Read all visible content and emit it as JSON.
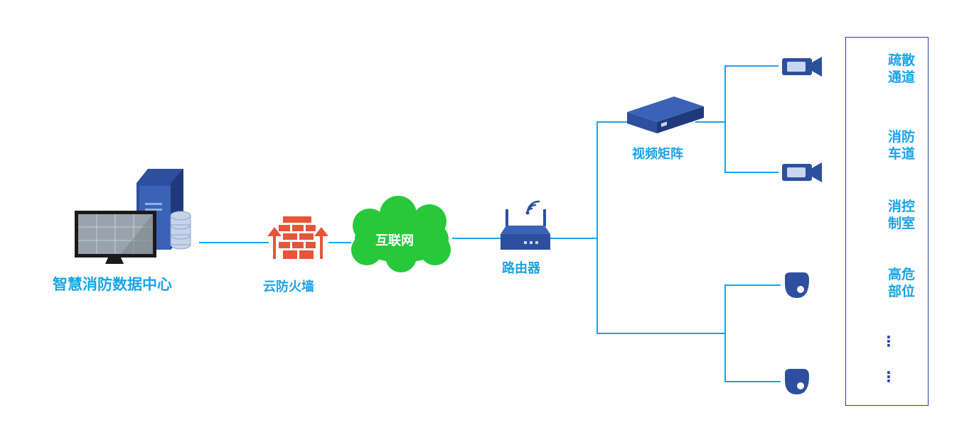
{
  "colors": {
    "line": "#1aa3e8",
    "label": "#1aa3e8",
    "device_blue": "#2d4f9e",
    "firewall": "#e8543a",
    "cloud": "#27c93a",
    "icon_orange": "#e8a11a",
    "panel_border": "#2a3aa0"
  },
  "nodes": {
    "data_center": {
      "label": "智慧消防数据中心",
      "icon": "server-monitor-icon"
    },
    "firewall": {
      "label": "云防火墙",
      "icon": "firewall-icon"
    },
    "internet": {
      "label": "互联网",
      "icon": "cloud-icon"
    },
    "router": {
      "label": "路由器",
      "icon": "router-icon"
    },
    "video_matrix": {
      "label": "视频矩阵",
      "icon": "video-matrix-icon"
    },
    "cameras": [
      {
        "icon": "bullet-camera-icon"
      },
      {
        "icon": "bullet-camera-icon"
      }
    ],
    "sensors": [
      {
        "icon": "dome-camera-icon"
      },
      {
        "icon": "dome-camera-icon"
      }
    ]
  },
  "side_panel": {
    "items": [
      {
        "line1": "疏散",
        "line2": "通道",
        "icon": "running-person-icon"
      },
      {
        "line1": "消防",
        "line2": "车道",
        "icon": "road-icon"
      },
      {
        "line1": "消控",
        "line2": "制室",
        "icon": "fire-monitor-icon"
      },
      {
        "line1": "高危",
        "line2": "部位",
        "icon": "high-voltage-icon"
      }
    ],
    "ellipsis": [
      "⋮",
      "⋮"
    ]
  }
}
